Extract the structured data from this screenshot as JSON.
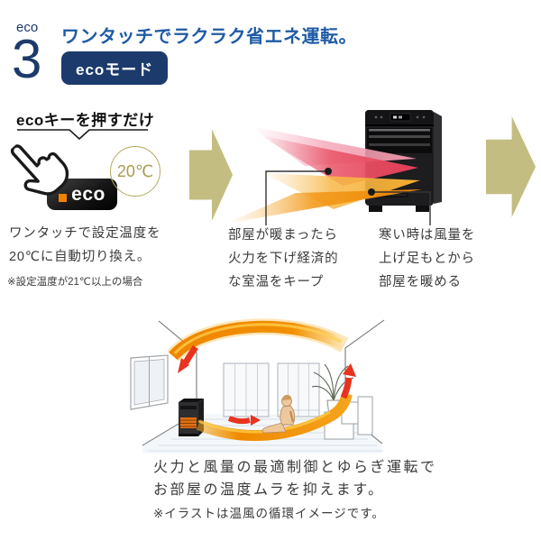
{
  "colors": {
    "navy": "#1c3a6b",
    "title_blue": "#1e5aa5",
    "badge_bg": "#1c3a6b",
    "arrow_olive": "#c3bd81",
    "temp_gold": "#a89c4f",
    "accent_orange": "#f08300",
    "stream_red": "#e84a5f",
    "stream_orange": "#ef8500",
    "loop_arrow_red": "#e8331f",
    "text_dark": "#3a3a3a"
  },
  "header": {
    "eyebrow": "eco",
    "number": "3",
    "title": "ワンタッチでラクラク省エネ運転。",
    "badge": "ecoモード"
  },
  "panel_left": {
    "caption": "ecoキーを押すだけ",
    "eco_button": {
      "label": "eco"
    },
    "temp_badge": "20℃",
    "desc": [
      "ワンタッチで設定温度を",
      "20℃に自動切り換え。"
    ],
    "note": "※設定温度が21℃以上の場合"
  },
  "flow": {
    "mid_callout": [
      "部屋が暖まったら",
      "火力を下げ経済的",
      "な室温をキープ"
    ],
    "right_callout": [
      "寒い時は風量を",
      "上げ足もとから",
      "部屋を暖める"
    ]
  },
  "room": {
    "desc": [
      "火力と風量の最適制御とゆらぎ運転で",
      "お部屋の温度ムラを抑えます。"
    ],
    "note": "※イラストは温風の循環イメージです。"
  }
}
